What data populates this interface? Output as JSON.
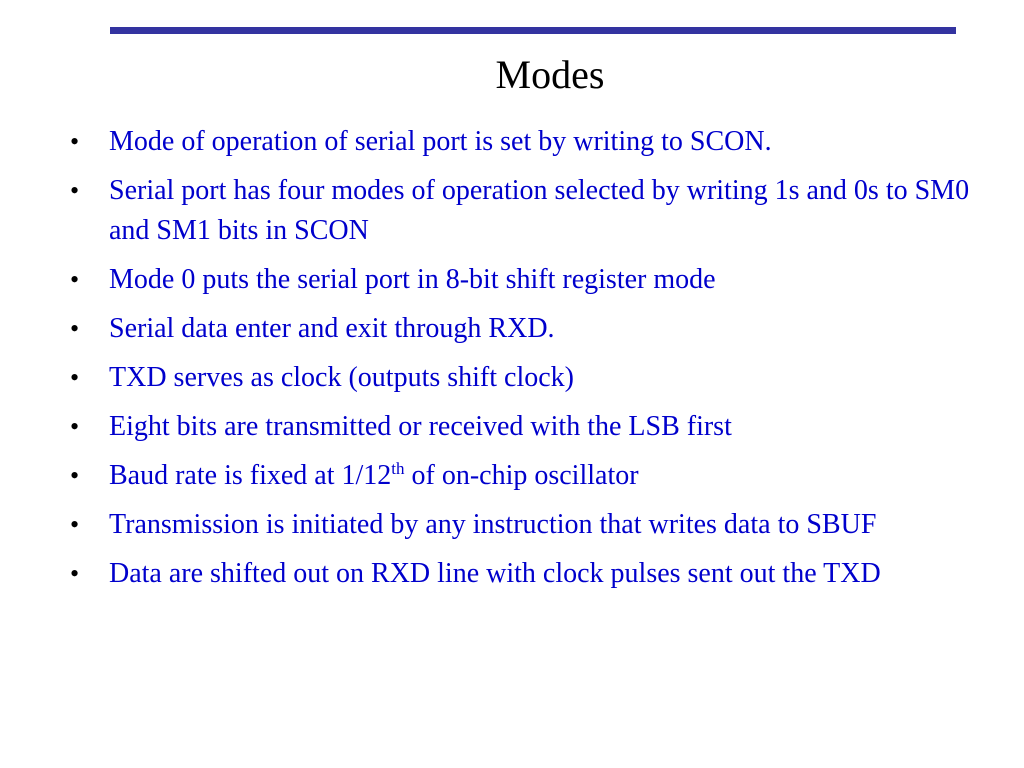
{
  "slide": {
    "title": "Modes",
    "colors": {
      "rule": "#3333a0",
      "bullet_text": "#0000cc",
      "title_text": "#000000"
    },
    "bullet_glyph": "•",
    "bullets": [
      "Mode of operation of serial port is set by writing to SCON.",
      "Serial port has four modes of operation selected by writing 1s and 0s to SM0 and SM1 bits in SCON",
      "Mode 0 puts the serial port in 8-bit shift register mode",
      "Serial data enter and exit through RXD.",
      "TXD serves as clock (outputs shift clock)",
      "Eight bits are transmitted or received with the LSB first",
      {
        "before": "Baud rate is fixed at 1/12",
        "sup": "th",
        "after": " of on-chip oscillator"
      },
      "Transmission is initiated by any instruction that writes data to SBUF",
      "Data are shifted out on RXD line with clock pulses sent out the TXD"
    ]
  }
}
